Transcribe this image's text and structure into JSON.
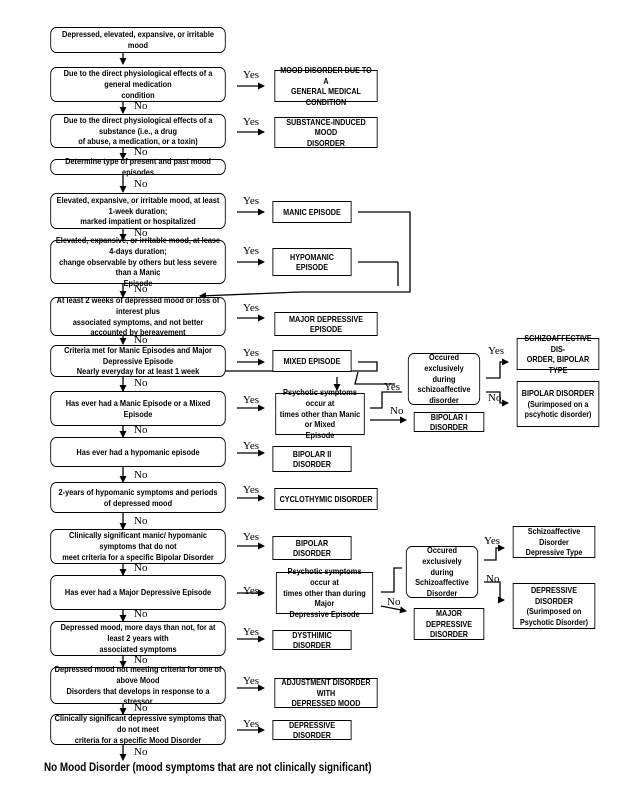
{
  "questions": {
    "q0": "Depressed, elevated, expansive, or irritable mood",
    "q1": "Due to the direct physiological effects of a general medication\ncondition",
    "q2": "Due to the direct physiological effects of a substance (i.e., a drug\nof abuse, a medication, or a toxin)",
    "q3": "Determine type of present and past mood episodes",
    "q4": "Elevated, expansive, or irritable mood, at least 1-week duration;\nmarked impatient or hospitalized",
    "q5": "Elevated, expansive, or irritable mood, at lease 4-days duration;\nchange observable by others but less severe than a Manic\nEpisode",
    "q6": "At least 2 weeks of depressed mood or loss of interest plus\nassociated symptoms, and not better accounted by bereavement",
    "q7": "Criteria met for Manic Episodes and Major Depressive Episode\nNearly everyday for at least 1 week",
    "q8": "Has ever had a Manic Episode or a Mixed Episode",
    "q9": "Has ever had a hypomanic episode",
    "q10": "2-years of hypomanic symptoms and periods of depressed mood",
    "q11": "Clinically significant manic/ hypomanic symptoms that do not\nmeet criteria for a specific Bipolar Disorder",
    "q12": "Has ever had a Major Depressive Episode",
    "q13": "Depressed mood, more days than not, for at least 2 years with\nassociated symptoms",
    "q14": "Depressed mood not meeting criteria for one of above Mood\nDisorders that develops in response to a stressor",
    "q15": "Clinically significant depressive symptoms that do not meet\ncriteria for a specific Mood Disorder",
    "psych1": "Psychotic symptoms occur at\ntimes other than Manic or Mixed\nEpisode",
    "schizo1": "Occured exclusively\nduring schizoaffective\ndisorder",
    "psych2": "Psychotic symptoms occur at\ntimes other than during Major\nDepressive Episode",
    "schizo2": "Occured exclusively\nduring Schizoaffective\nDisorder"
  },
  "outcomes": {
    "o1": "MOOD DISORDER DUE TO A\nGENERAL MEDICAL CONDITION",
    "o2": "SUBSTANCE-INDUCED MOOD\nDISORDER",
    "o4": "MANIC EPISODE",
    "o5": "HYPOMANIC EPISODE",
    "o6": "MAJOR DEPRESSIVE EPISODE",
    "o7": "MIXED EPISODE",
    "o9": "BIPOLAR II DISORDER",
    "o10": "CYCLOTHYMIC DISORDER",
    "o11": "BIPOLAR DISORDER",
    "o13": "DYSTHIMIC DISORDER",
    "o14": "ADJUSTMENT DISORDER WITH\nDEPRESSED MOOD",
    "o15": "DEPRESSIVE DISORDER",
    "bp1": "BIPOLAR I DISORDER",
    "sab": "SCHIZOAFFECTIVE DIS-\nORDER, BIPOLAR TYPE",
    "bps": "BIPOLAR DISORDER\n(Surimposed on a\npscyhotic disorder)",
    "mdd": "MAJOR DEPRESSIVE\nDISORDER",
    "sad": "Schizoaffective Disorder\nDepressive Type",
    "dds": "DEPRESSIVE DISORDER\n(Surimposed on\nPsychotic Disorder)"
  },
  "labels": {
    "yes": "Yes",
    "no": "No"
  },
  "footer": "No Mood Disorder (mood symptoms that are not clinically significant)"
}
